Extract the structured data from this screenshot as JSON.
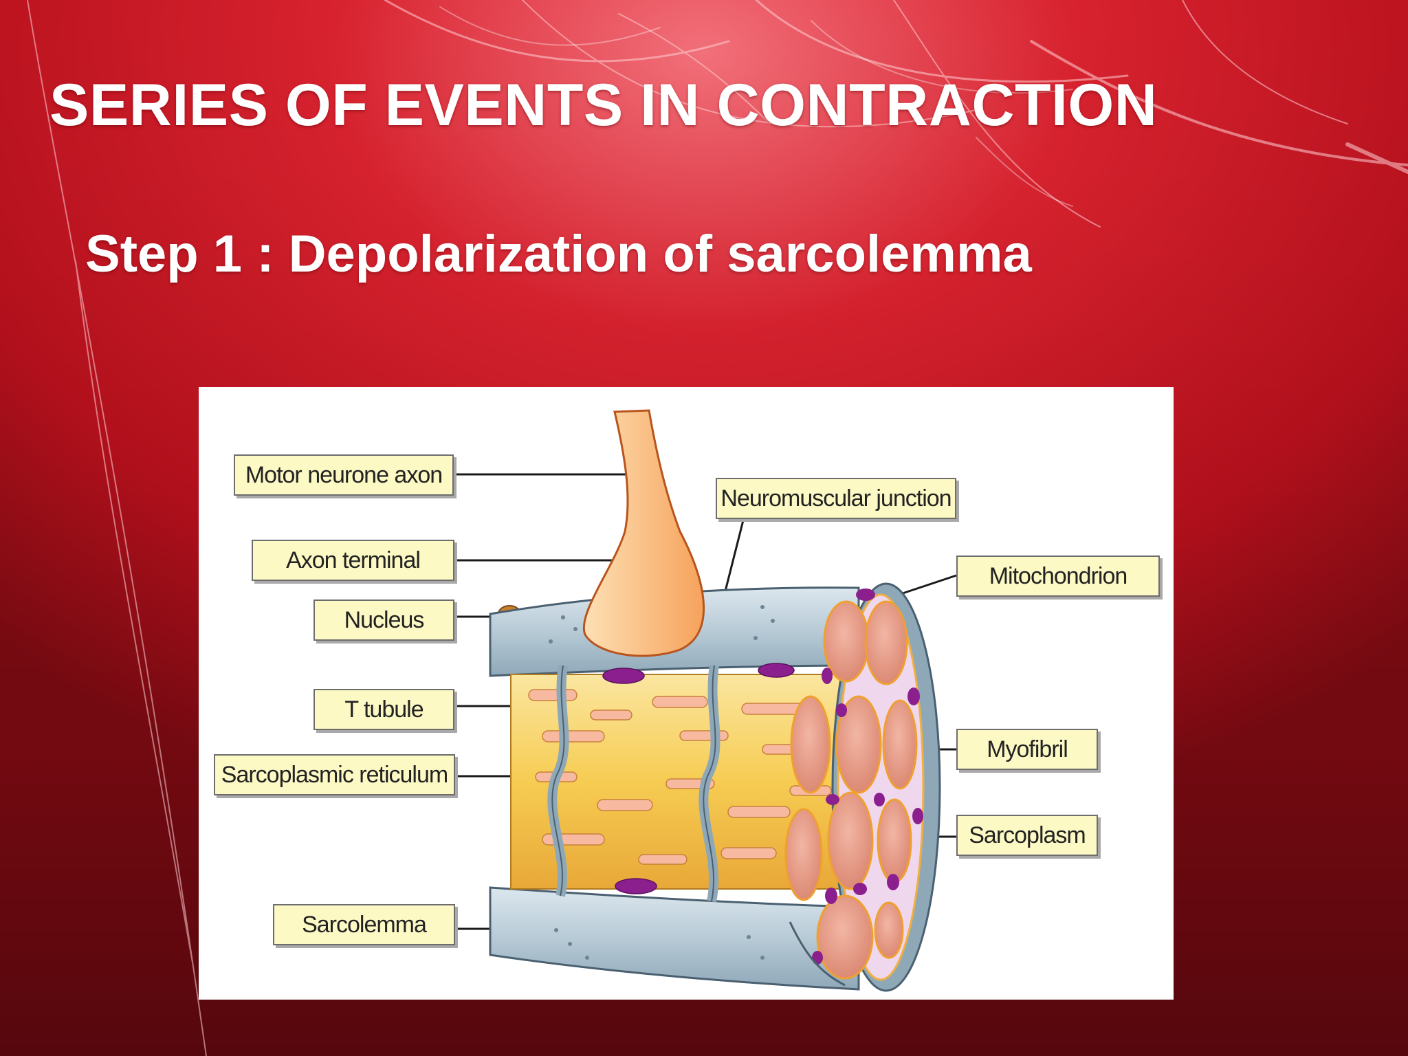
{
  "slide": {
    "title": "SERIES OF EVENTS IN CONTRACTION",
    "subtitle": "Step 1 : Depolarization of sarcolemma",
    "background_color": "#b5101c",
    "text_color": "#ffffff"
  },
  "diagram": {
    "labels": {
      "motor_neurone_axon": "Motor neurone axon",
      "axon_terminal": "Axon terminal",
      "nucleus": "Nucleus",
      "t_tubule": "T tubule",
      "sarcoplasmic_reticulum": "Sarcoplasmic reticulum",
      "sarcolemma": "Sarcolemma",
      "neuromuscular_junction": "Neuromuscular junction",
      "mitochondrion": "Mitochondrion",
      "myofibril": "Myofibril",
      "sarcoplasm": "Sarcoplasm"
    },
    "colors": {
      "label_fill": "#fdf9c4",
      "sarcolemma": "#b7cad6",
      "neuron": "#f6a25c",
      "myofibril": "#e49a86",
      "mitochondrion": "#8c1f8e",
      "reticulum": "#f6cc52"
    }
  }
}
